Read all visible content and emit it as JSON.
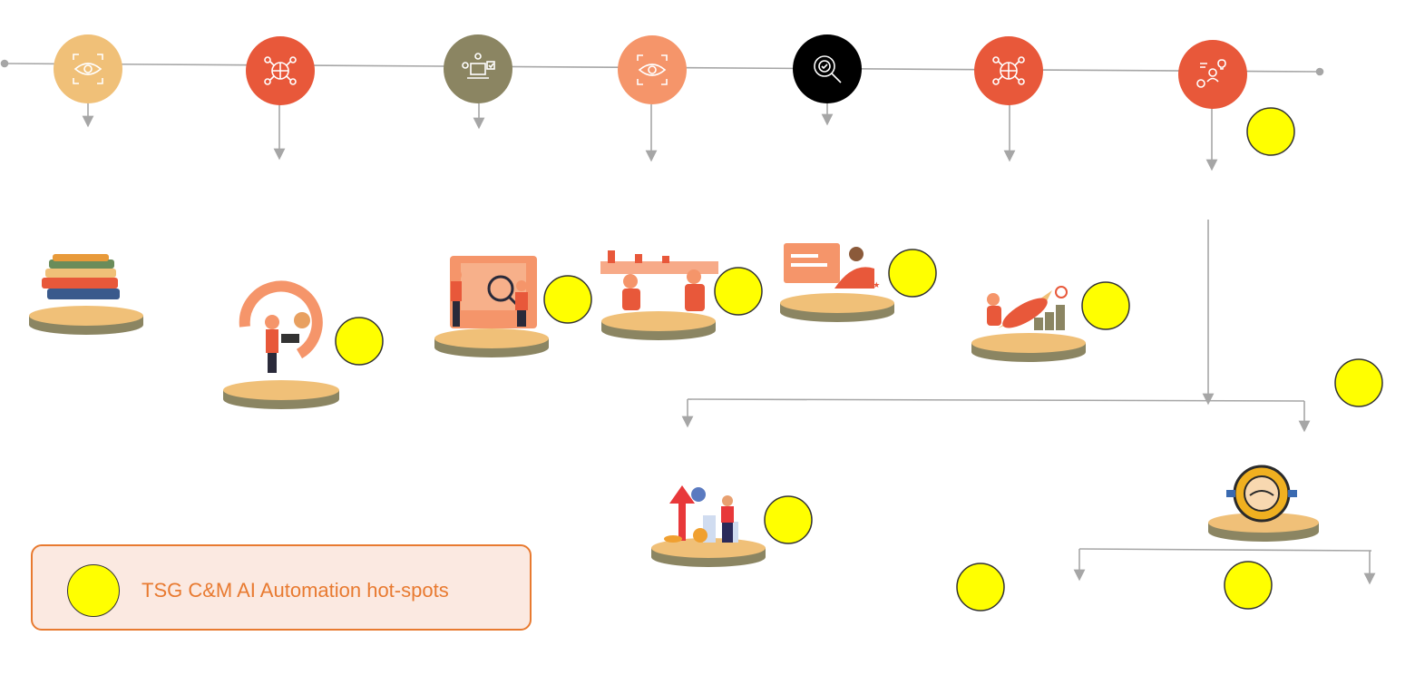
{
  "colors": {
    "connector": "#A6A6A6",
    "hotspot": "#FFFF00",
    "node_sand": "#F0C078",
    "node_red": "#E8583A",
    "node_olive": "#8B8562",
    "node_salmon": "#F5956A",
    "node_black": "#000000",
    "pedestal_top": "#F0C078",
    "pedestal_side": "#8B8562",
    "legend_border": "#E87A30",
    "legend_fill": "#FBE9E1",
    "legend_text": "#E87A30"
  },
  "timeline_nodes": [
    {
      "icon": "eye-scan-icon",
      "color": "#F0C078"
    },
    {
      "icon": "global-network-icon",
      "color": "#E8583A"
    },
    {
      "icon": "workflow-laptop-icon",
      "color": "#8B8562"
    },
    {
      "icon": "eye-scan-icon",
      "color": "#F5956A"
    },
    {
      "icon": "gear-magnifier-icon",
      "color": "#000000"
    },
    {
      "icon": "global-network-icon",
      "color": "#E8583A"
    },
    {
      "icon": "people-ideas-icon",
      "color": "#E8583A"
    }
  ],
  "illustrations": [
    "books-stack-illustration",
    "person-laptop-gears-illustration",
    "research-screen-illustration",
    "factory-team-illustration",
    "rating-review-illustration",
    "rocket-growth-illustration",
    "growth-chart-coins-illustration",
    "handshake-gear-illustration"
  ],
  "legend": {
    "label": "TSG C&M AI Automation hot-spots"
  }
}
